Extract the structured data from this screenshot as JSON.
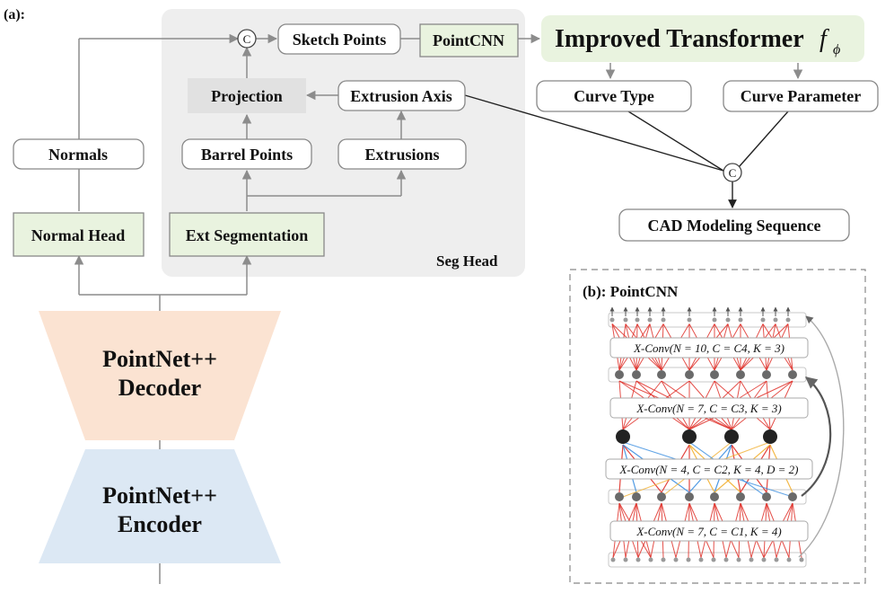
{
  "panel_a_label": "(a):",
  "panel_b_label": "(b): PointCNN",
  "seg_head_label": "Seg Head",
  "boxes": {
    "normals": "Normals",
    "normal_head": "Normal Head",
    "ext_segmentation": "Ext Segmentation",
    "barrel_points": "Barrel Points",
    "extrusions": "Extrusions",
    "projection": "Projection",
    "extrusion_axis": "Extrusion Axis",
    "sketch_points": "Sketch Points",
    "pointcnn": "PointCNN",
    "improved_transformer": "Improved Transformer",
    "curve_type": "Curve Type",
    "curve_parameter": "Curve Parameter",
    "cad_sequence": "CAD Modeling Sequence"
  },
  "pointnet": {
    "decoder_line1": "PointNet++",
    "decoder_line2": "Decoder",
    "encoder_line1": "PointNet++",
    "encoder_line2": "Encoder"
  },
  "concat_symbol": "C",
  "xconv_labels": [
    "X-Conv(N = 10, C = C4, K = 3)",
    "X-Conv(N = 7, C = C3, K = 3)",
    "X-Conv(N = 4, C = C2, K = 4, D = 2)",
    "X-Conv(N = 7, C = C1, K = 4)"
  ],
  "colors": {
    "seg_head_bg": "#eeeeee",
    "green_box": "#e9f3df",
    "decoder": "#fbe3d2",
    "encoder": "#dce8f4",
    "projection_bg": "#e1e1e1",
    "arrow": "#8c8c8c",
    "red_edge": "#e0312a",
    "blue_edge": "#3d8fe0",
    "orange_edge": "#f2b134"
  }
}
